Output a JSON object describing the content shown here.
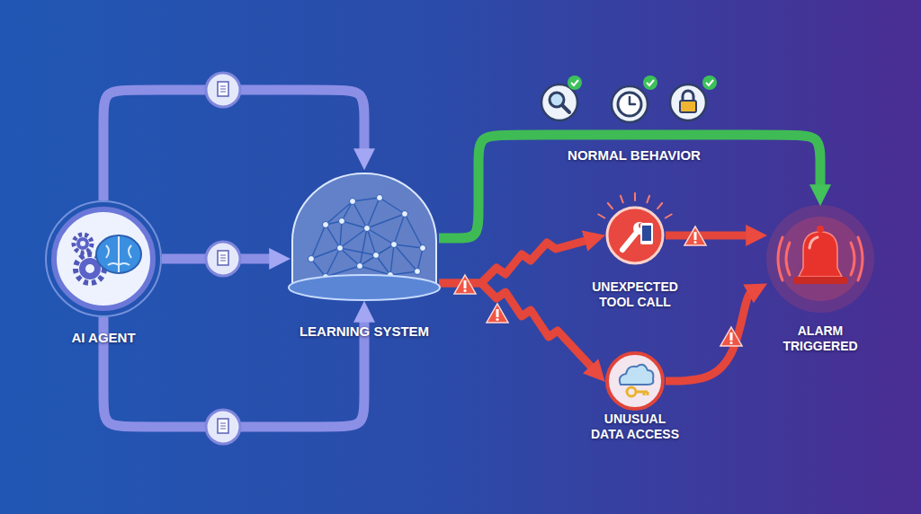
{
  "diagram": {
    "nodes": [
      {
        "text": [
          "AI AGENT"
        ]
      },
      {
        "text": [
          "LEARNING SYSTEM"
        ]
      },
      {
        "text": [
          "UNEXPECTED TOOL CALL"
        ]
      },
      {
        "text": [
          "UNUSUAL DATA ACCESS"
        ]
      },
      {
        "text": [
          "ALARM TRIGGERED"
        ]
      }
    ],
    "edges": [
      {
        "from": 0,
        "to": 1,
        "arrow": "to"
      },
      {
        "from": 0,
        "to": 1,
        "arrow": "to"
      },
      {
        "from": 0,
        "to": 1,
        "arrow": "to"
      },
      {
        "from": 1,
        "to": 4,
        "label": "NORMAL BEHAVIOR",
        "arrow": "to"
      },
      {
        "from": 1,
        "to": 2,
        "arrow": "to"
      },
      {
        "from": 1,
        "to": 3,
        "arrow": "to"
      },
      {
        "from": 2,
        "to": 4,
        "arrow": "to"
      },
      {
        "from": 3,
        "to": 4,
        "arrow": "to"
      }
    ]
  }
}
